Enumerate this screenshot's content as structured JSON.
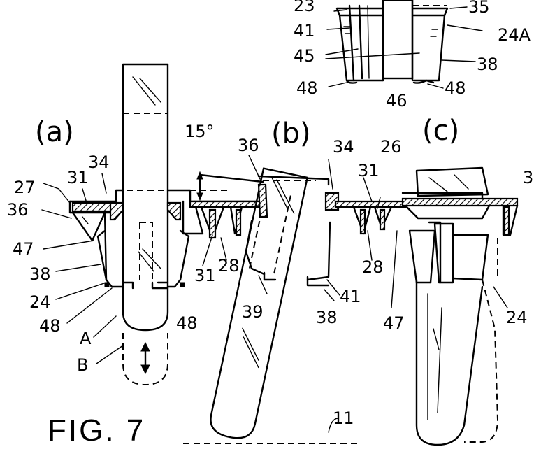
{
  "figure": {
    "title": "FIG. 7",
    "panels": [
      "(a)",
      "(b)",
      "(c)"
    ],
    "angle": "15°"
  },
  "labels": {
    "l23": "23",
    "l35": "35",
    "l41a": "41",
    "l24a": "24A",
    "l45": "45",
    "l38a": "38",
    "l48a": "48",
    "l46": "46",
    "l48b": "48",
    "l31a": "31",
    "l34a": "34",
    "l27": "27",
    "l36a": "36",
    "l47a": "47",
    "l38b": "38",
    "l24b": "24",
    "l48c": "48",
    "l48d": "48",
    "lA": "A",
    "lB": "B",
    "l36b": "36",
    "l34b": "34",
    "l26": "26",
    "l31b": "31",
    "l28a": "28",
    "l31c": "31",
    "l28b": "28",
    "l39": "39",
    "l38c": "38",
    "l41b": "41",
    "l47b": "47",
    "l24c": "24",
    "l3x": "3",
    "l11": "11"
  }
}
